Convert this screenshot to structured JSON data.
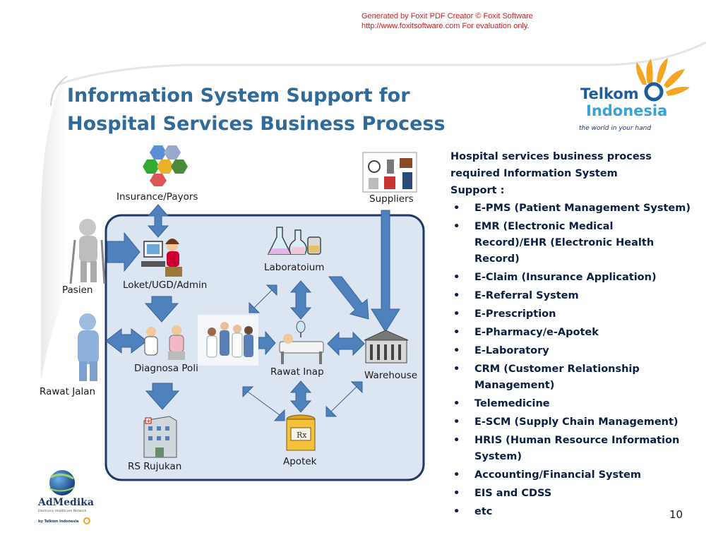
{
  "watermark": {
    "line1": "Generated by Foxit PDF Creator © Foxit Software",
    "line2": "http://www.foxitsoftware.com   For evaluation only."
  },
  "slide": {
    "title_line1": "Information System Support for",
    "title_line2": "Hospital Services Business Process",
    "page_number": "10"
  },
  "logos": {
    "telkom_name1": "Telkom",
    "telkom_name2": "Indonesia",
    "telkom_tagline": "the world in your hand",
    "admedika_name": "AdMedika",
    "admedika_sub": "Electronic Healthcare Network",
    "admedika_by": "by Telkom Indonesia"
  },
  "diagram": {
    "insurance": "Insurance/Payors",
    "suppliers": "Suppliers",
    "pasien": "Pasien",
    "loket": "Loket/UGD/Admin",
    "laboratorium": "Laboratoium",
    "diagnosa": "Diagnosa Poli",
    "rawat_inap": "Rawat Inap",
    "warehouse": "Warehouse",
    "rawat_jalan": "Rawat Jalan",
    "rs_rujukan": "RS Rujukan",
    "apotek": "Apotek"
  },
  "right_panel": {
    "intro": [
      "Hospital services business process",
      "required Information System",
      "Support :"
    ],
    "bullet_symbol": "•",
    "items": [
      [
        "E-PMS (Patient Management System)"
      ],
      [
        "EMR (Electronic Medical",
        "Record)/EHR (Electronic Health",
        "Record)"
      ],
      [
        "E-Claim (Insurance Application)"
      ],
      [
        "E-Referral System"
      ],
      [
        "E-Prescription"
      ],
      [
        "E-Pharmacy/e-Apotek"
      ],
      [
        "E-Laboratory"
      ],
      [
        "CRM (Customer Relationship",
        "Management)"
      ],
      [
        "Telemedicine"
      ],
      [
        "E-SCM (Supply Chain Management)"
      ],
      [
        "HRIS (Human Resource Information",
        "System)"
      ],
      [
        "Accounting/Financial System"
      ],
      [
        "EIS and CDSS"
      ],
      [
        "etc"
      ]
    ]
  },
  "colors": {
    "title": "#2f6b9a",
    "watermark": "#cc2020",
    "arrow": "#4f81bd",
    "arrow_stroke": "#3a6496",
    "box_fill": "#dce5f2",
    "box_stroke": "#1f3864",
    "panel_text": "#0b1f44",
    "telkom_blue": "#1e5b9a",
    "telkom_orange": "#f4a623"
  }
}
